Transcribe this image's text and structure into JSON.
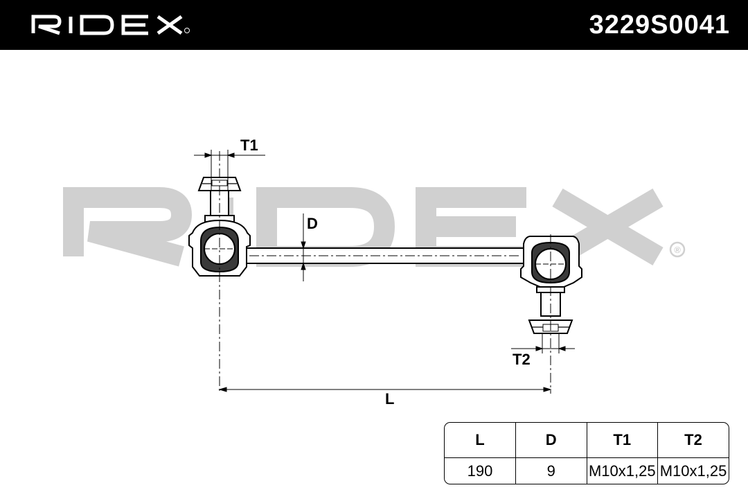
{
  "header": {
    "brand": "RIDEX",
    "part_number": "3229S0041"
  },
  "watermark": {
    "text": "RIDEX",
    "registered_mark": "®"
  },
  "dimensions": {
    "t1_label": "T1",
    "t2_label": "T2",
    "d_label": "D",
    "l_label": "L"
  },
  "spec_table": {
    "headers": [
      "L",
      "D",
      "T1",
      "T2"
    ],
    "values": [
      "190",
      "9",
      "M10x1,25",
      "M10x1,25"
    ]
  },
  "colors": {
    "header_bg": "#000000",
    "header_text": "#ffffff",
    "watermark": "#d0d0d0",
    "line": "#000000"
  }
}
